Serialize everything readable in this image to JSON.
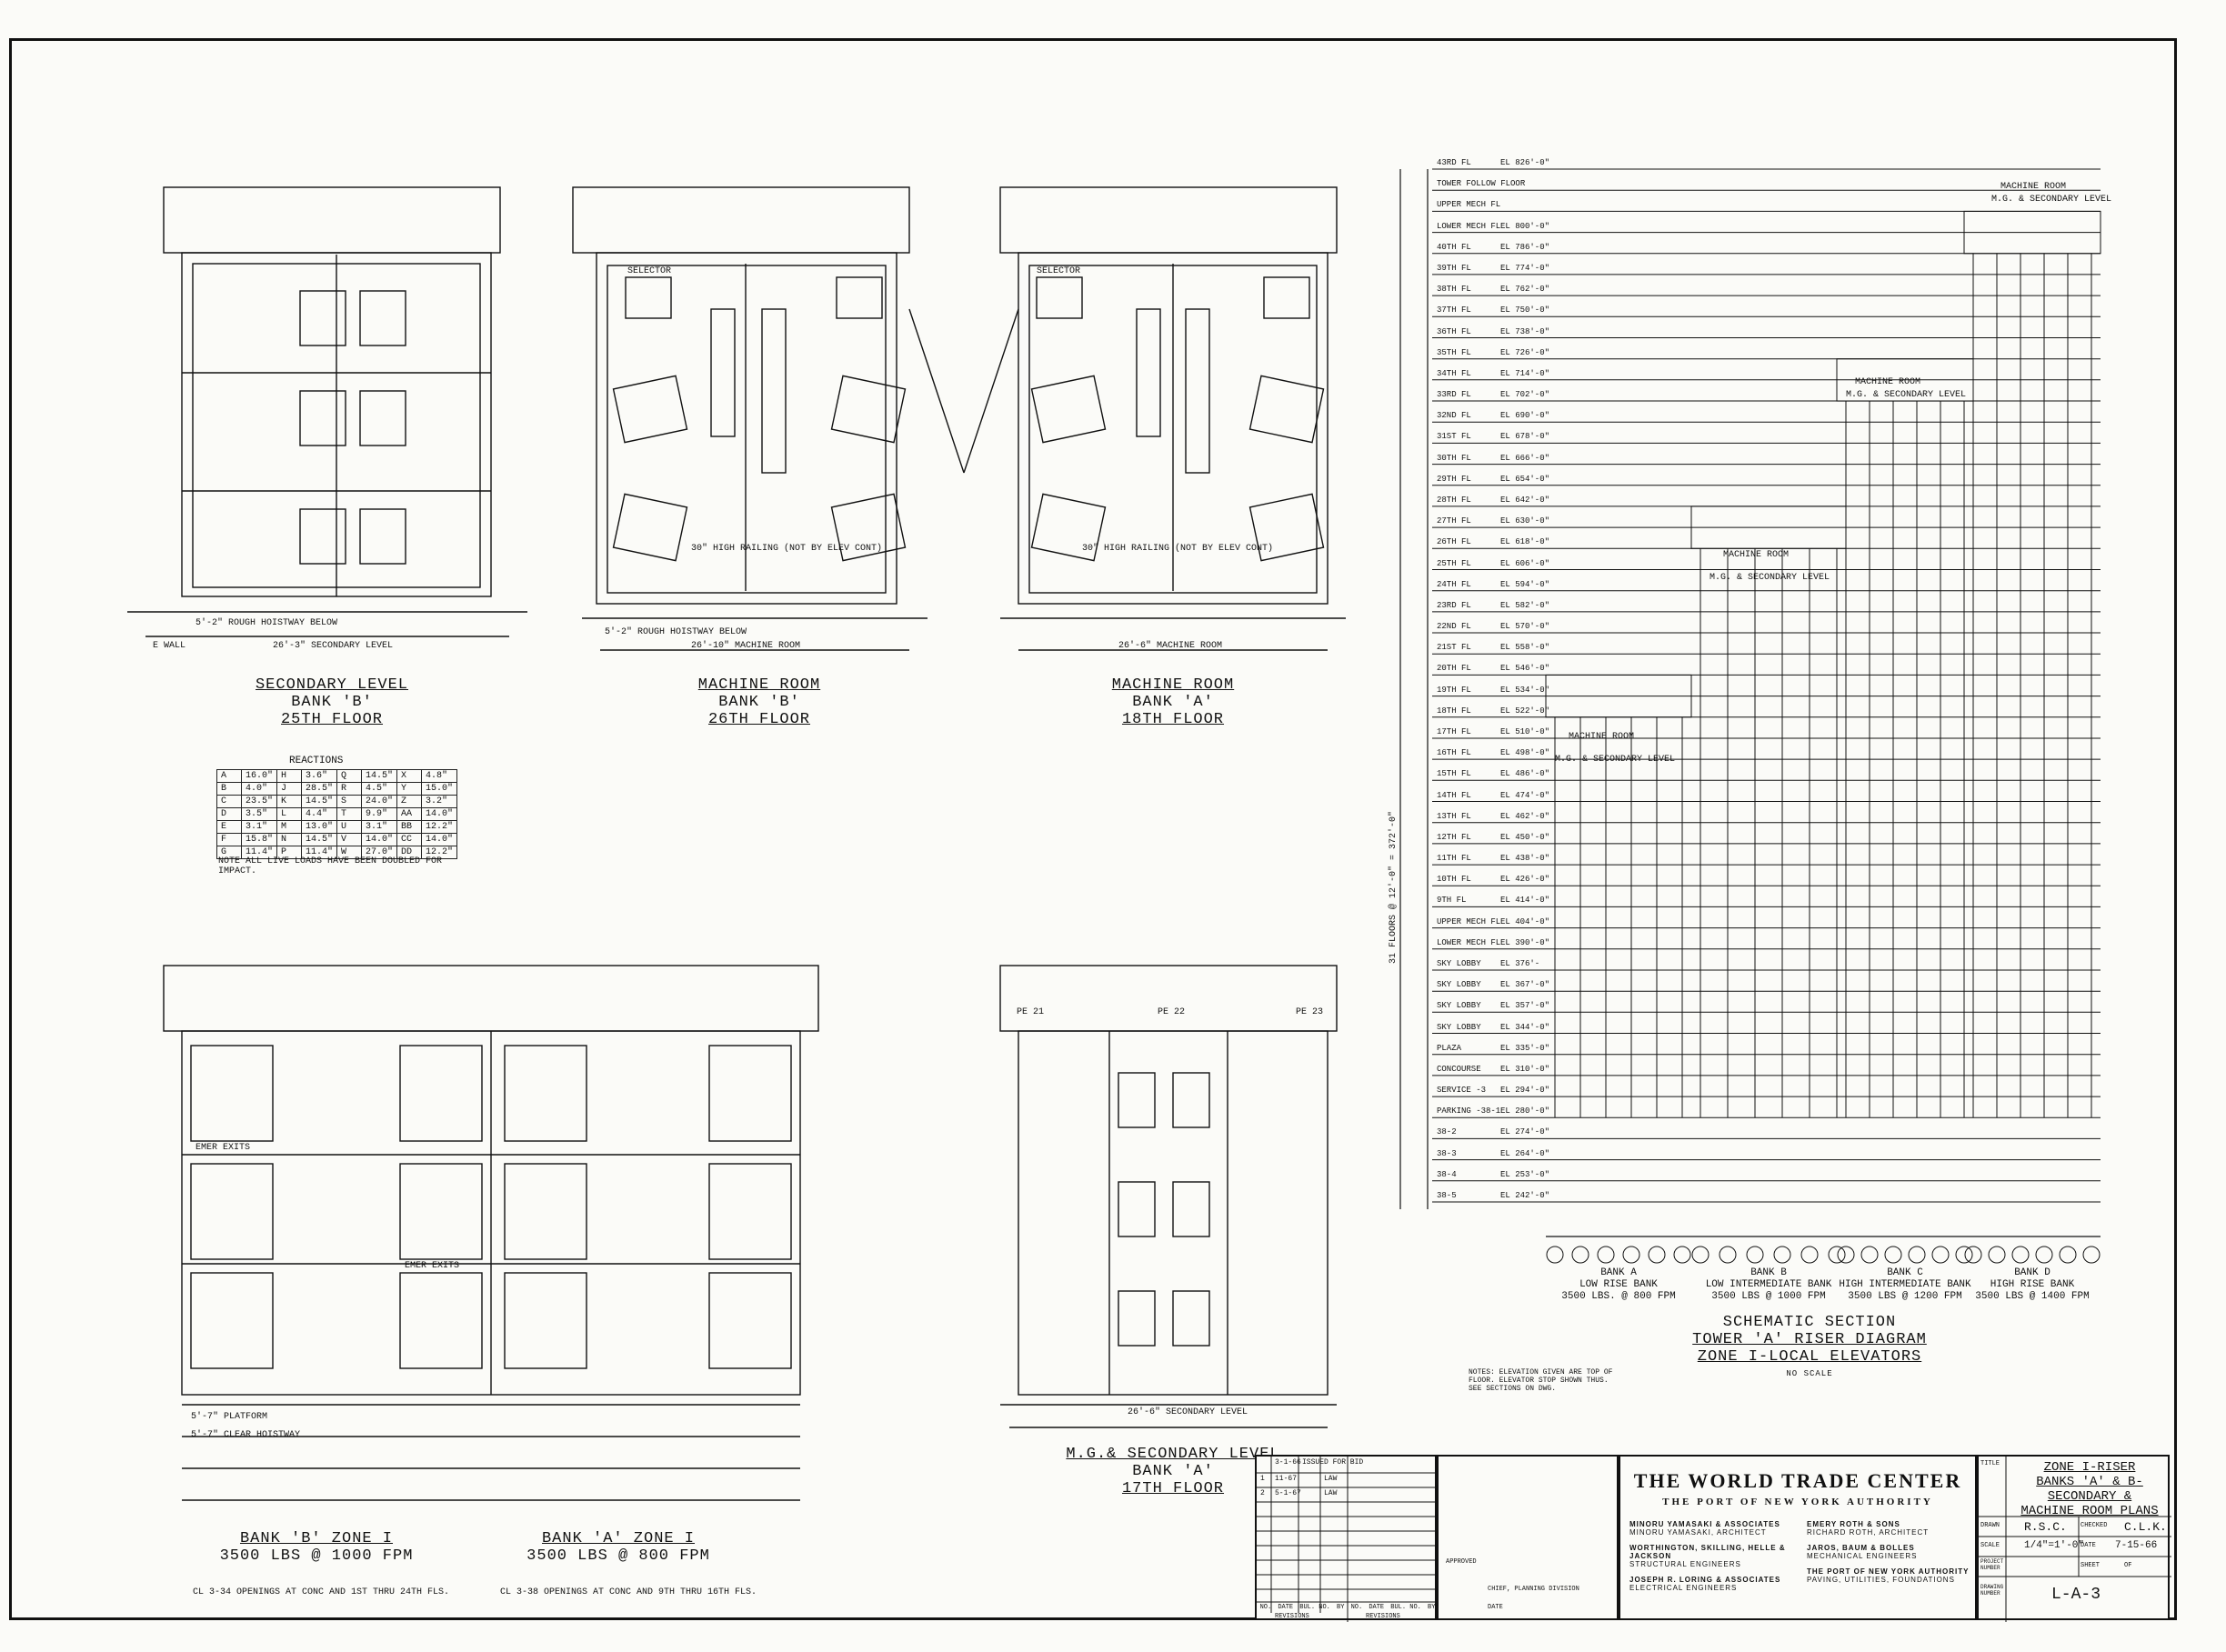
{
  "plans": {
    "secondary_b": {
      "title": "SECONDARY LEVEL",
      "bank": "BANK 'B'",
      "floor": "25TH FLOOR"
    },
    "machine_b": {
      "title": "MACHINE ROOM",
      "bank": "BANK 'B'",
      "floor": "26TH FLOOR"
    },
    "machine_a": {
      "title": "MACHINE ROOM",
      "bank": "BANK 'A'",
      "floor": "18TH FLOOR"
    },
    "bank_b_zone": {
      "title": "BANK 'B' ZONE I",
      "capacity": "3500 LBS @ 1000 FPM"
    },
    "bank_a_zone": {
      "title": "BANK 'A' ZONE I",
      "capacity": "3500 LBS @ 800 FPM"
    },
    "mg_secondary_a": {
      "title": "M.G.& SECONDARY LEVEL",
      "bank": "BANK 'A'",
      "floor": "17TH FLOOR"
    }
  },
  "plan_notes": {
    "machine_room_dim": "26'-6\" MACHINE ROOM",
    "machine_room_dim_b": "26'-10\" MACHINE ROOM",
    "secondary_dim": "26'-3\" SECONDARY LEVEL",
    "secondary_dim_a": "26'-6\" SECONDARY LEVEL",
    "selector": "SELECTOR",
    "railing": "30\" HIGH RAILING (NOT BY ELEV CONT)",
    "hoistway": "5'-2\" ROUGH HOISTWAY BELOW",
    "e_wall": "E WALL",
    "platform": "5'-7\" PLATFORM",
    "clear_hoistway": "5'-7\" CLEAR HOISTWAY",
    "emer_exits": "EMER EXITS",
    "pe_labels": [
      "PE 21",
      "PE 22",
      "PE 23"
    ],
    "bottom_note_1": "CL 3-34 OPENINGS AT CONC AND 1ST THRU 24TH FLS.",
    "bottom_note_2": "CL 3-38 OPENINGS AT CONC AND 9TH THRU 16TH FLS."
  },
  "reactions": {
    "title": "REACTIONS",
    "rows": [
      [
        "A",
        "16.0\"",
        "H",
        "3.6\"",
        "Q",
        "14.5\"",
        "X",
        "4.8\""
      ],
      [
        "B",
        "4.0\"",
        "J",
        "28.5\"",
        "R",
        "4.5\"",
        "Y",
        "15.0\""
      ],
      [
        "C",
        "23.5\"",
        "K",
        "14.5\"",
        "S",
        "24.0\"",
        "Z",
        "3.2\""
      ],
      [
        "D",
        "3.5\"",
        "L",
        "4.4\"",
        "T",
        "9.9\"",
        "AA",
        "14.0\""
      ],
      [
        "E",
        "3.1\"",
        "M",
        "13.0\"",
        "U",
        "3.1\"",
        "BB",
        "12.2\""
      ],
      [
        "F",
        "15.8\"",
        "N",
        "14.5\"",
        "V",
        "14.0\"",
        "CC",
        "14.0\""
      ],
      [
        "G",
        "11.4\"",
        "P",
        "11.4\"",
        "W",
        "27.0\"",
        "DD",
        "12.2\""
      ]
    ],
    "note": "NOTE ALL LIVE LOADS HAVE BEEN DOUBLED FOR IMPACT."
  },
  "section": {
    "title": "SCHEMATIC SECTION",
    "subtitle": "TOWER 'A' RISER DIAGRAM",
    "zone": "ZONE I-LOCAL ELEVATORS",
    "scale": "NO SCALE",
    "machine_room_label": "MACHINE ROOM",
    "mg_label": "M.G. & SECONDARY LEVEL",
    "floors": [
      {
        "fl": "43RD FL",
        "el": "EL 826'-0\""
      },
      {
        "fl": "TOWER FOLLOW FLOOR",
        "el": ""
      },
      {
        "fl": "UPPER MECH FL",
        "el": ""
      },
      {
        "fl": "LOWER MECH FL",
        "el": "EL 800'-0\""
      },
      {
        "fl": "40TH FL",
        "el": "EL 786'-0\""
      },
      {
        "fl": "39TH FL",
        "el": "EL 774'-0\""
      },
      {
        "fl": "38TH FL",
        "el": "EL 762'-0\""
      },
      {
        "fl": "37TH FL",
        "el": "EL 750'-0\""
      },
      {
        "fl": "36TH FL",
        "el": "EL 738'-0\""
      },
      {
        "fl": "35TH FL",
        "el": "EL 726'-0\""
      },
      {
        "fl": "34TH FL",
        "el": "EL 714'-0\""
      },
      {
        "fl": "33RD FL",
        "el": "EL 702'-0\""
      },
      {
        "fl": "32ND FL",
        "el": "EL 690'-0\""
      },
      {
        "fl": "31ST FL",
        "el": "EL 678'-0\""
      },
      {
        "fl": "30TH FL",
        "el": "EL 666'-0\""
      },
      {
        "fl": "29TH FL",
        "el": "EL 654'-0\""
      },
      {
        "fl": "28TH FL",
        "el": "EL 642'-0\""
      },
      {
        "fl": "27TH FL",
        "el": "EL 630'-0\""
      },
      {
        "fl": "26TH FL",
        "el": "EL 618'-0\""
      },
      {
        "fl": "25TH FL",
        "el": "EL 606'-0\""
      },
      {
        "fl": "24TH FL",
        "el": "EL 594'-0\""
      },
      {
        "fl": "23RD FL",
        "el": "EL 582'-0\""
      },
      {
        "fl": "22ND FL",
        "el": "EL 570'-0\""
      },
      {
        "fl": "21ST FL",
        "el": "EL 558'-0\""
      },
      {
        "fl": "20TH FL",
        "el": "EL 546'-0\""
      },
      {
        "fl": "19TH FL",
        "el": "EL 534'-0\""
      },
      {
        "fl": "18TH FL",
        "el": "EL 522'-0\""
      },
      {
        "fl": "17TH FL",
        "el": "EL 510'-0\""
      },
      {
        "fl": "16TH FL",
        "el": "EL 498'-0\""
      },
      {
        "fl": "15TH FL",
        "el": "EL 486'-0\""
      },
      {
        "fl": "14TH FL",
        "el": "EL 474'-0\""
      },
      {
        "fl": "13TH FL",
        "el": "EL 462'-0\""
      },
      {
        "fl": "12TH FL",
        "el": "EL 450'-0\""
      },
      {
        "fl": "11TH FL",
        "el": "EL 438'-0\""
      },
      {
        "fl": "10TH FL",
        "el": "EL 426'-0\""
      },
      {
        "fl": "9TH FL",
        "el": "EL 414'-0\""
      },
      {
        "fl": "UPPER MECH FL",
        "el": "EL 404'-0\""
      },
      {
        "fl": "LOWER MECH FL",
        "el": "EL 390'-0\""
      },
      {
        "fl": "SKY LOBBY",
        "el": "EL 376'-"
      },
      {
        "fl": "SKY LOBBY",
        "el": "EL 367'-0\""
      },
      {
        "fl": "SKY LOBBY",
        "el": "EL 357'-0\""
      },
      {
        "fl": "SKY LOBBY",
        "el": "EL 344'-0\""
      },
      {
        "fl": "PLAZA",
        "el": "EL 335'-0\""
      },
      {
        "fl": "CONCOURSE",
        "el": "EL 310'-0\""
      },
      {
        "fl": "SERVICE -3",
        "el": "EL 294'-0\""
      },
      {
        "fl": "PARKING -38-1",
        "el": "EL 280'-0\""
      },
      {
        "fl": "38-2",
        "el": "EL 274'-0\""
      },
      {
        "fl": "38-3",
        "el": "EL 264'-0\""
      },
      {
        "fl": "38-4",
        "el": "EL 253'-0\""
      },
      {
        "fl": "38-5",
        "el": "EL 242'-0\""
      }
    ],
    "side_note": "31 FLOORS @ 12'-0\" = 372'-0\"",
    "banks": [
      {
        "name": "BANK A",
        "type": "LOW RISE BANK",
        "capacity": "3500 LBS. @ 800 FPM"
      },
      {
        "name": "BANK B",
        "type": "LOW INTERMEDIATE BANK",
        "capacity": "3500 LBS @ 1000 FPM"
      },
      {
        "name": "BANK C",
        "type": "HIGH INTERMEDIATE BANK",
        "capacity": "3500 LBS @ 1200 FPM"
      },
      {
        "name": "BANK D",
        "type": "HIGH RISE BANK",
        "capacity": "3500 LBS @ 1400 FPM"
      }
    ],
    "notes": "NOTES: ELEVATION GIVEN ARE TOP OF FLOOR. ELEVATOR STOP SHOWN THUS. SEE SECTIONS ON DWG."
  },
  "revisions": {
    "rows": [
      [
        "3-1-66",
        "ISSUED FOR BID"
      ],
      [
        "1",
        "11-67",
        "LAW"
      ],
      [
        "2",
        "5-1-67",
        "LAW"
      ]
    ],
    "col_headers": [
      "NO.",
      "DATE",
      "BUL. NO.",
      "BY",
      "NO.",
      "DATE",
      "BUL. NO.",
      "BY"
    ],
    "footer_left": "REVISIONS",
    "footer_right": "REVISIONS"
  },
  "approvals": {
    "approved": "APPROVED",
    "chief": "CHIEF, PLANNING DIVISION",
    "date": "DATE"
  },
  "title_block": {
    "project": "THE WORLD TRADE CENTER",
    "authority": "THE PORT OF NEW YORK AUTHORITY",
    "firms_left": [
      "MINORU YAMASAKI & ASSOCIATES",
      "MINORU YAMASAKI, ARCHITECT",
      "WORTHINGTON, SKILLING, HELLE & JACKSON",
      "STRUCTURAL ENGINEERS",
      "JOSEPH R. LORING & ASSOCIATES",
      "ELECTRICAL ENGINEERS"
    ],
    "firms_right": [
      "EMERY ROTH & SONS",
      "RICHARD ROTH, ARCHITECT",
      "JAROS, BAUM & BOLLES",
      "MECHANICAL ENGINEERS",
      "THE PORT OF NEW YORK AUTHORITY",
      "PAVING, UTILITIES, FOUNDATIONS"
    ],
    "title_label": "TITLE",
    "drawing_title": [
      "ZONE I-RISER",
      "BANKS 'A' & B-SECONDARY &",
      "MACHINE ROOM PLANS"
    ],
    "drawn_label": "DRAWN",
    "drawn": "R.S.C.",
    "checked_label": "CHECKED",
    "checked": "C.L.K.",
    "scale_label": "SCALE",
    "scale": "1/4\"=1'-0\"",
    "date_label": "DATE",
    "date": "7-15-66",
    "project_label": "PROJECT NUMBER",
    "sheet_label": "SHEET",
    "sheet": "OF",
    "drawing_label": "DRAWING NUMBER",
    "drawing_number": "L-A-3"
  }
}
